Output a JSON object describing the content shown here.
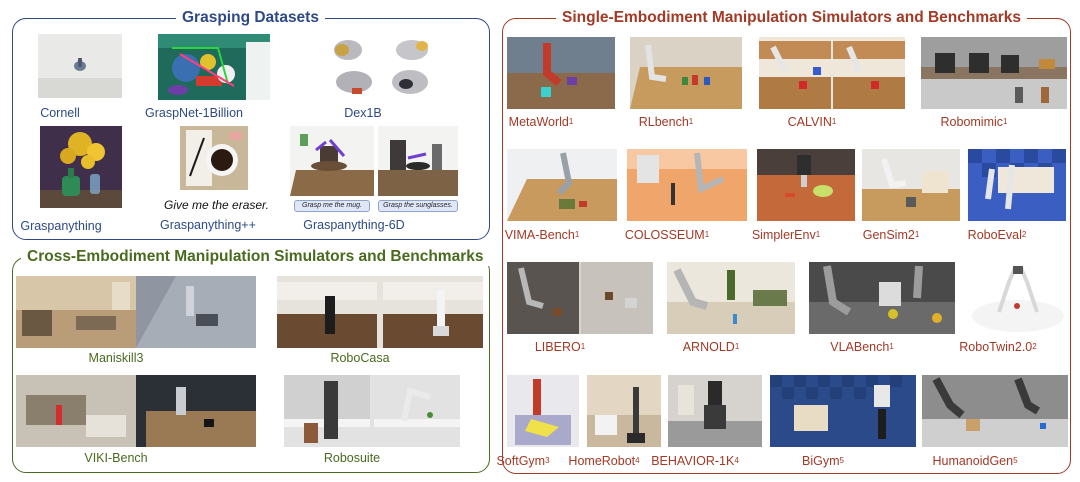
{
  "grasping": {
    "title": "Grasping Datasets",
    "items": [
      {
        "label": "Cornell"
      },
      {
        "label": "GraspNet-1Billion"
      },
      {
        "label": "Dex1B"
      },
      {
        "label": "Graspanything"
      },
      {
        "label": "Graspanything++",
        "caption": "Give me the eraser."
      },
      {
        "label": "Graspanything-6D",
        "pills": [
          "Grasp me the mug.",
          "Grasp the sunglasses."
        ]
      }
    ]
  },
  "cross": {
    "title": "Cross-Embodiment Manipulation Simulators and Benchmarks",
    "items": [
      {
        "label": "Maniskill3"
      },
      {
        "label": "RoboCasa"
      },
      {
        "label": "VIKI-Bench"
      },
      {
        "label": "Robosuite"
      }
    ]
  },
  "single": {
    "title": "Single-Embodiment Manipulation Simulators and Benchmarks",
    "items": [
      {
        "label": "MetaWorld",
        "sup": "1"
      },
      {
        "label": "RLbench",
        "sup": "1"
      },
      {
        "label": "CALVIN",
        "sup": "1"
      },
      {
        "label": "Robomimic",
        "sup": "1"
      },
      {
        "label": "VIMA-Bench",
        "sup": "1"
      },
      {
        "label": "COLOSSEUM",
        "sup": "1"
      },
      {
        "label": "SimplerEnv",
        "sup": "1"
      },
      {
        "label": "GenSim2",
        "sup": "1"
      },
      {
        "label": "RoboEval",
        "sup": "2"
      },
      {
        "label": "LIBERO",
        "sup": "1"
      },
      {
        "label": "ARNOLD",
        "sup": "1"
      },
      {
        "label": "VLABench",
        "sup": "1"
      },
      {
        "label": "RoboTwin2.0",
        "sup": "2"
      },
      {
        "label": "SoftGym",
        "sup": "3"
      },
      {
        "label": "HomeRobot",
        "sup": "4"
      },
      {
        "label": "BEHAVIOR-1K",
        "sup": "4"
      },
      {
        "label": "BiGym",
        "sup": "5"
      },
      {
        "label": "HumanoidGen",
        "sup": "5"
      }
    ]
  },
  "colors": {
    "grasping": "#2e4a86",
    "cross": "#4a6a1f",
    "single": "#a23a26"
  }
}
